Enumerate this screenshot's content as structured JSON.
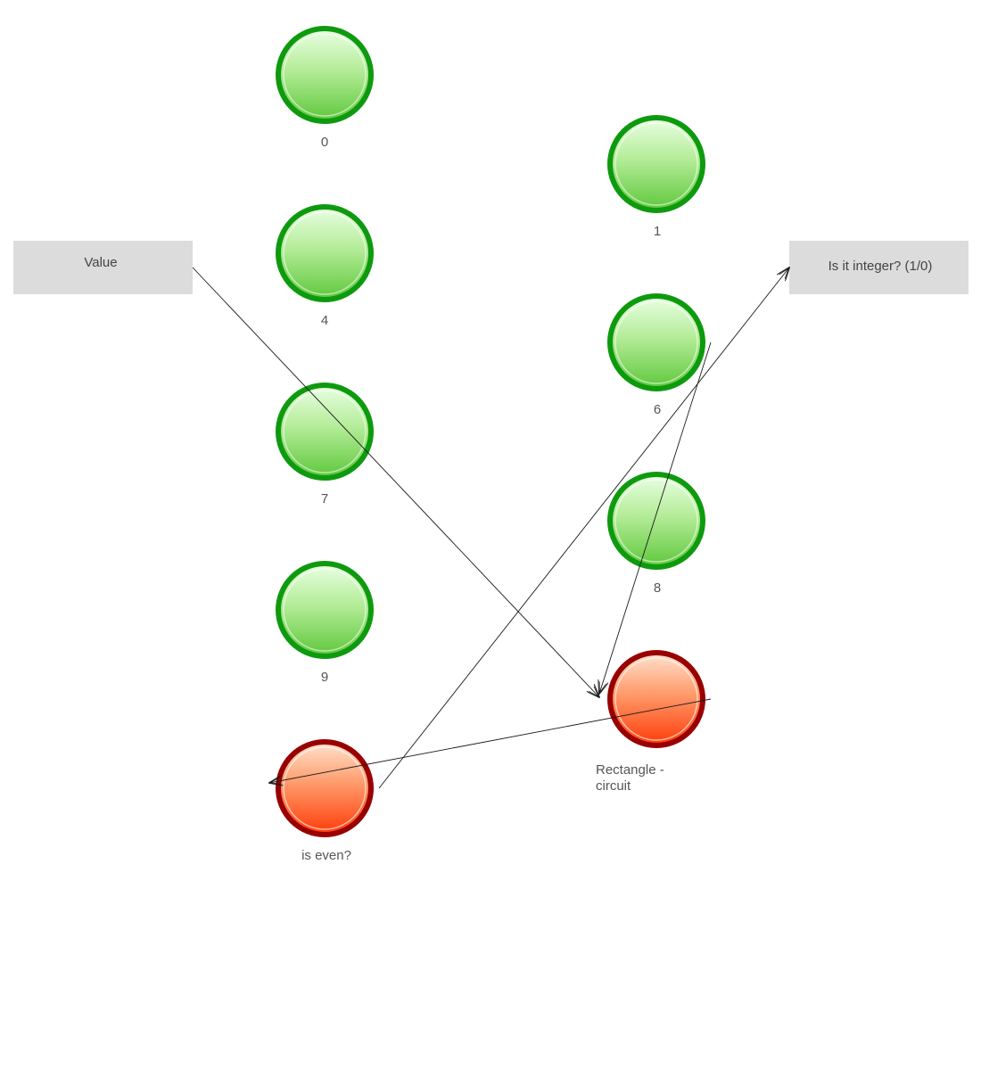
{
  "input_box": {
    "label": "Value"
  },
  "output_box": {
    "label": "Is it integer? (1/0)"
  },
  "nodes": {
    "n0": {
      "label": "0",
      "state": "active"
    },
    "n4": {
      "label": "4",
      "state": "active"
    },
    "n7": {
      "label": "7",
      "state": "active"
    },
    "n9": {
      "label": "9",
      "state": "active"
    },
    "n1": {
      "label": "1",
      "state": "active"
    },
    "n6": {
      "label": "6",
      "state": "active"
    },
    "n8": {
      "label": "8",
      "state": "active"
    },
    "rect_circuit": {
      "label_line1": "Rectangle -",
      "label_line2": "circuit",
      "state": "alert"
    },
    "is_even": {
      "label": "is even?",
      "state": "alert"
    }
  },
  "colors": {
    "active_ring": "#0e9a0e",
    "active_fill_top": "#e6ffe0",
    "active_fill_bottom": "#5cc83a",
    "alert_ring": "#990000",
    "alert_fill_top": "#ffd9bf",
    "alert_fill_bottom": "#ff3a0a",
    "box_fill": "#dcdcdc",
    "edge": "#1a1a1a"
  },
  "edges": [
    {
      "from": "Value",
      "to": "Rectangle - circuit"
    },
    {
      "from": "6",
      "to": "Rectangle - circuit"
    },
    {
      "from": "Rectangle - circuit",
      "to": "is even?"
    },
    {
      "from": "is even?",
      "to": "Is it integer? (1/0)"
    }
  ]
}
